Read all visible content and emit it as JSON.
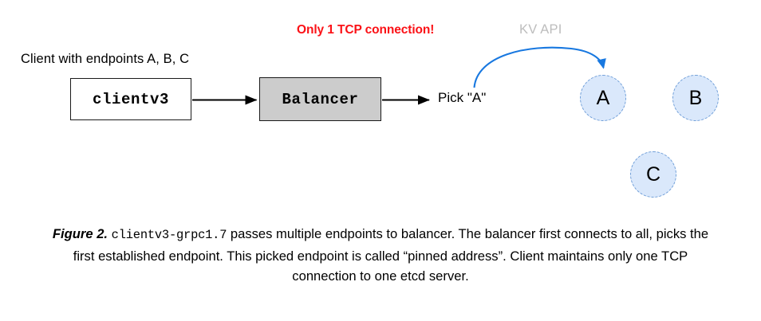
{
  "figure": {
    "diagram": {
      "labels": {
        "client_endpoints": "Client with endpoints A, B, C",
        "warning": "Only 1 TCP connection!",
        "kv_api": "KV API",
        "pick": "Pick \"A\""
      },
      "nodes": [
        {
          "id": "clientv3",
          "label": "clientv3",
          "fill": "#ffffff"
        },
        {
          "id": "balancer",
          "label": "Balancer",
          "fill": "#cccccc"
        }
      ],
      "endpoints": [
        {
          "id": "a",
          "label": "A"
        },
        {
          "id": "b",
          "label": "B"
        },
        {
          "id": "c",
          "label": "C"
        }
      ],
      "colors": {
        "warning_red": "#fb1116",
        "kv_api_gray": "#bdbdbd",
        "arrow_blue": "#1878e0",
        "endpoint_fill": "#dae8fb",
        "endpoint_stroke": "#6f9ed8",
        "box_stroke": "#1a1a1a",
        "balancer_fill": "#cccccc"
      }
    },
    "caption": {
      "figure_number": "Figure 2.",
      "mono_term": "clientv3-grpc1.7",
      "body": " passes multiple endpoints to balancer. The balancer first connects to all, picks the first established endpoint. This picked endpoint is called “pinned address”. Client maintains only one TCP connection to one etcd server."
    }
  }
}
